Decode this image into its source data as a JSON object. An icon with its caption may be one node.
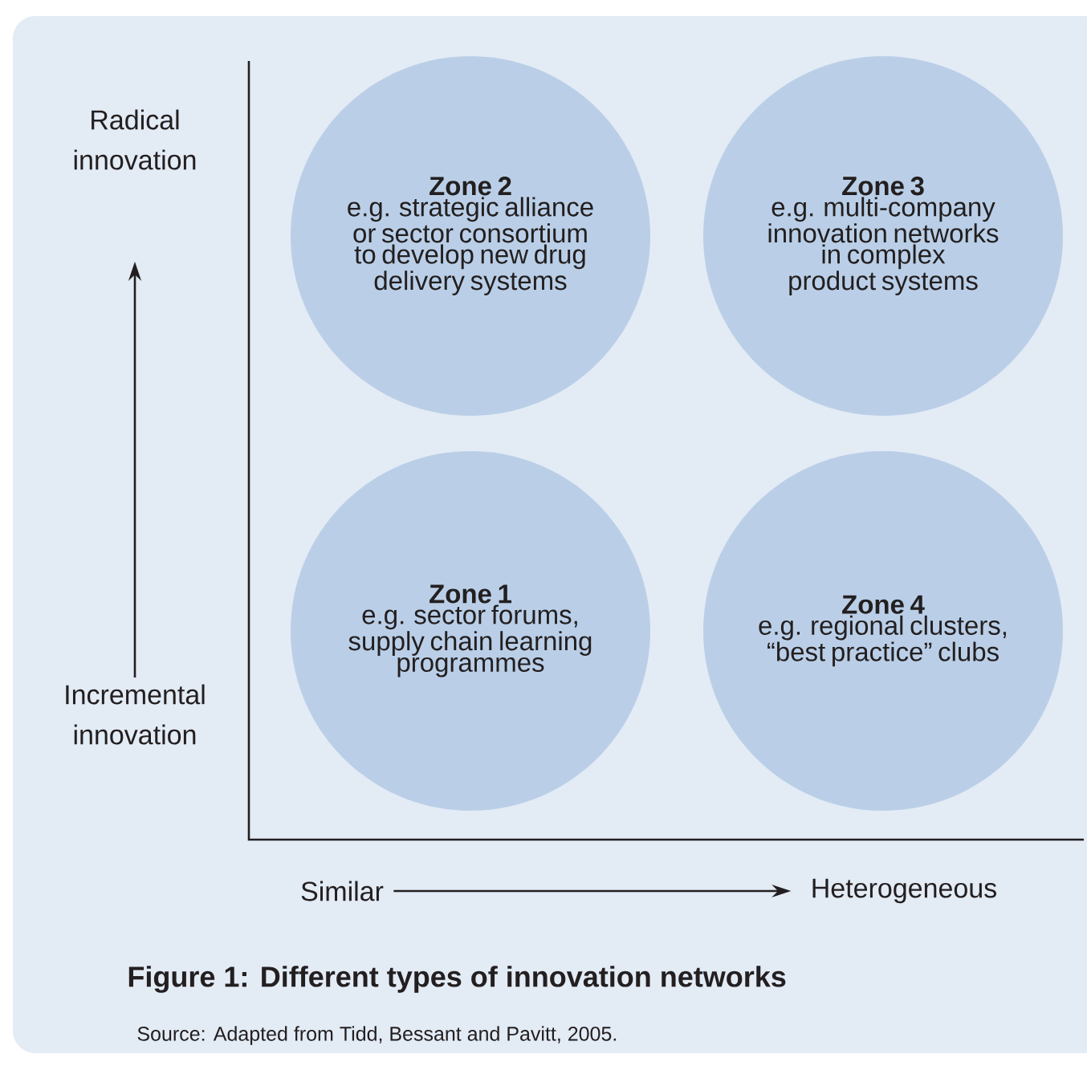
{
  "diagram": {
    "caption": "Figure 1: Different types of innovation networks",
    "nodes": [
      {
        "text": [
          "Radical innovation"
        ]
      },
      {
        "text": [
          "Zone 2",
          "e.g. strategic alliance or sector consortium to develop new drug delivery systems"
        ]
      },
      {
        "text": [
          "Zone 3",
          "e.g. multi-company innovation networks in complex product systems"
        ]
      },
      {
        "text": [
          "Zone 1",
          "e.g. sector forums, supply chain learning programmes"
        ]
      },
      {
        "text": [
          "Zone 4",
          "e.g. regional clusters, “best practice” clubs"
        ]
      },
      {
        "text": [
          "Incremental innovation"
        ]
      },
      {
        "text": [
          "Similar"
        ]
      },
      {
        "text": [
          "Heterogeneous"
        ]
      }
    ],
    "edges": [
      {
        "from": 5,
        "to": 0,
        "arrow": "to"
      },
      {
        "from": 6,
        "to": 7,
        "arrow": "to"
      }
    ],
    "labels": [
      "Source: Adapted from Tidd, Bessant and Pavitt, 2005."
    ]
  }
}
